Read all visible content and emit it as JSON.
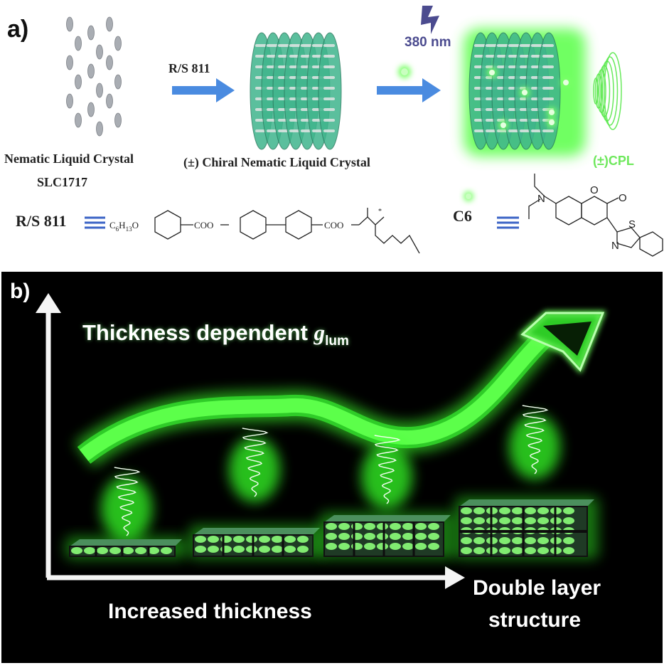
{
  "panel_a": {
    "label": "a)",
    "nematic_lc_label": "Nematic Liquid Crystal",
    "nematic_lc_name": "SLC1717",
    "arrow1_label": "R/S 811",
    "chiral_lc_label": "(±) Chiral Nematic Liquid Crystal",
    "excitation_label": "380 nm",
    "cpl_label": "(±)CPL",
    "rs811_def": {
      "name": "R/S 811",
      "equiv": "≡",
      "formula_prefix": "C",
      "formula_sub1": "6",
      "formula_mid": "H",
      "formula_sub2": "13",
      "formula_o": "O",
      "ester1": "COO",
      "ester2": "COO",
      "stereo_mark": "*"
    },
    "c6_def": {
      "name": "C6",
      "equiv": "≡",
      "atom_n1": "N",
      "atom_o1": "O",
      "atom_o2": "O",
      "atom_n2": "N",
      "atom_s": "S"
    }
  },
  "panel_b": {
    "label": "b)",
    "title_main": "Thickness dependent ",
    "title_symbol": "g",
    "title_subscript": "lum",
    "x_axis_label": "Increased thickness",
    "corner_label_line1": "Double layer",
    "corner_label_line2": "structure",
    "film_count": 4
  },
  "colors": {
    "glow_green": "#39ff3a",
    "arrow_blue": "#4a8be0",
    "cyl_teal": "#3fb58c",
    "lightning": "#4b4b8f",
    "panel_b_bg": "#000000"
  }
}
